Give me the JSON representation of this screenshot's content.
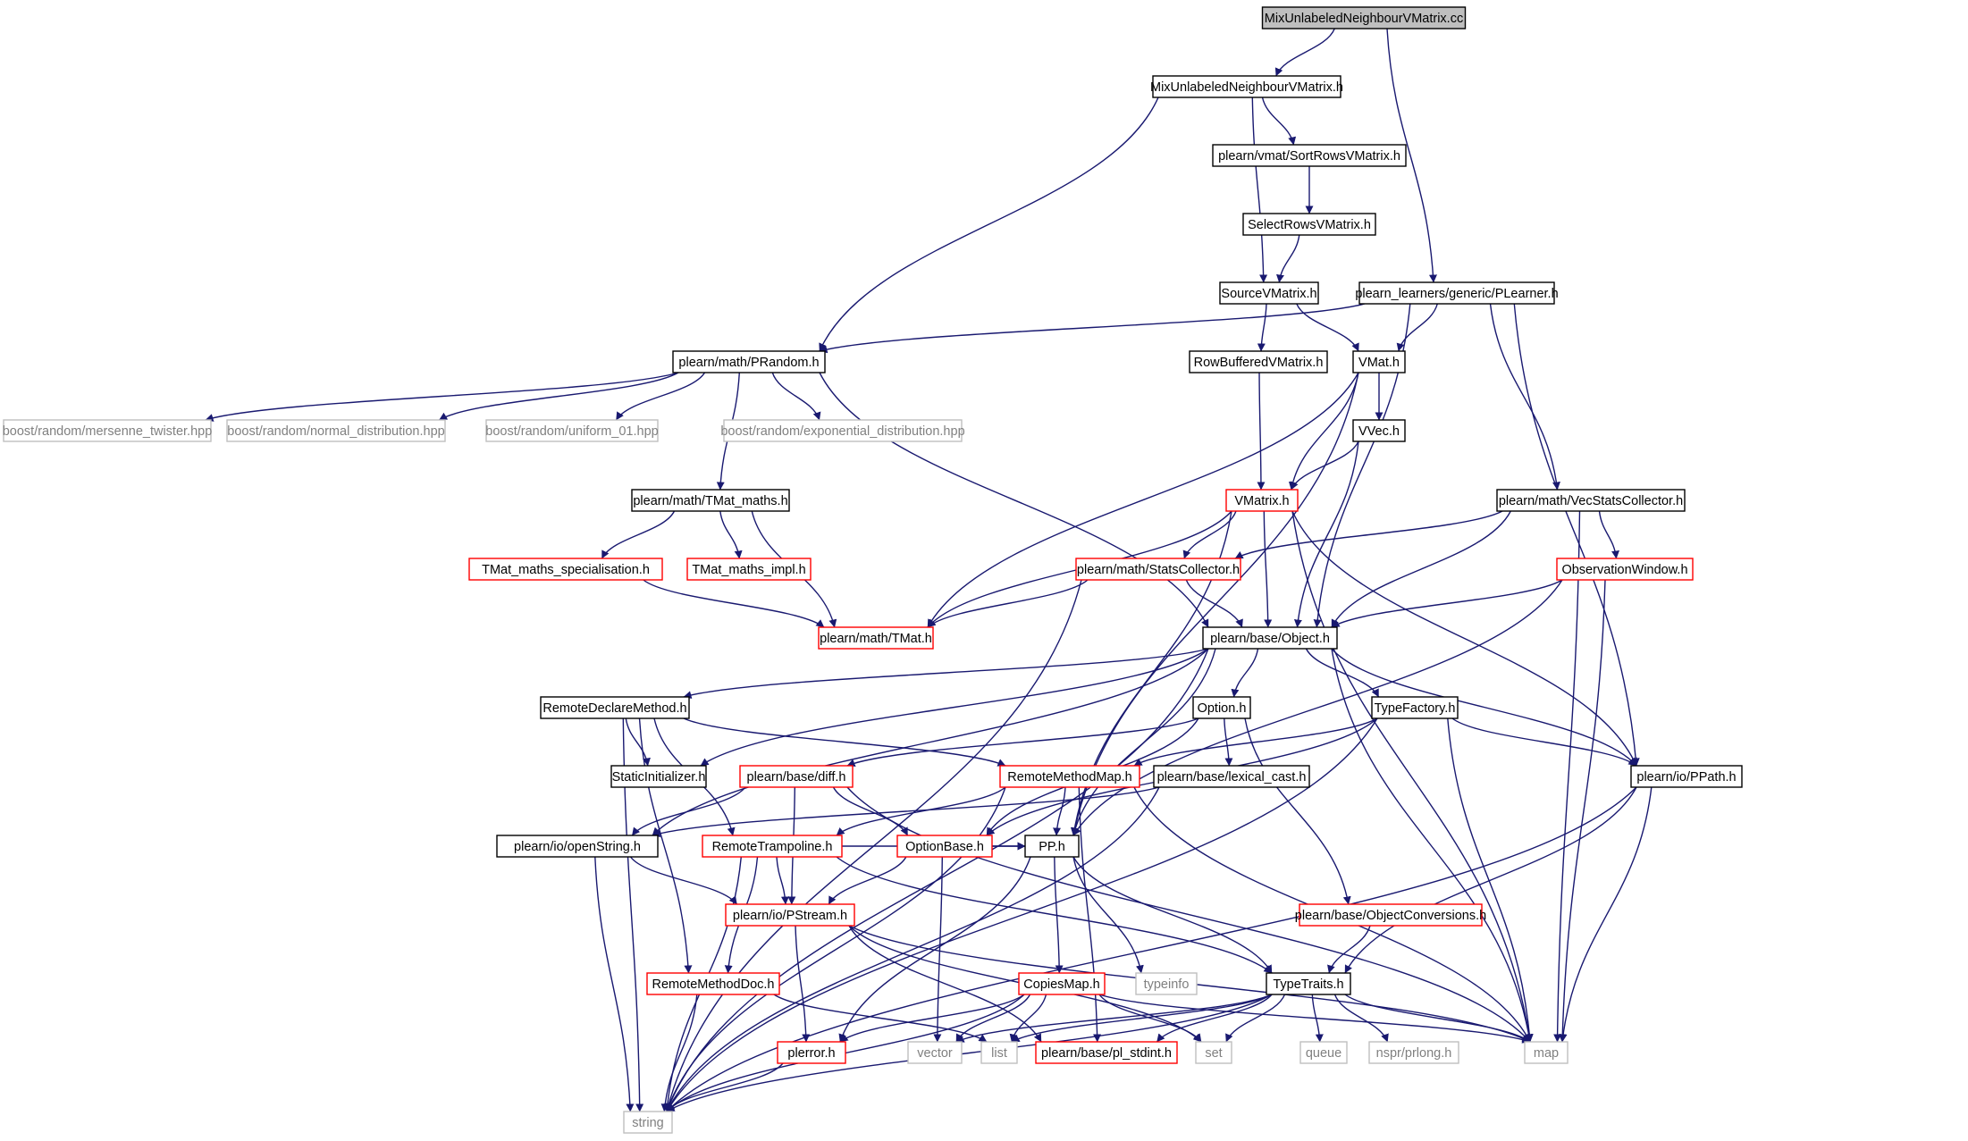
{
  "colors": {
    "edge": "#191970",
    "default_border": "#000000",
    "truncated_border": "#ff0000",
    "system_border": "#bfbfbf",
    "root_fill": "#bfbfbf",
    "node_fill": "#ffffff",
    "text": "#000000",
    "system_text": "#808080"
  },
  "nodes": [
    {
      "id": "root",
      "label": "MixUnlabeledNeighbourVMatrix.cc",
      "kind": "root"
    },
    {
      "id": "muh",
      "label": "MixUnlabeledNeighbourVMatrix.h",
      "kind": "normal"
    },
    {
      "id": "sortrows",
      "label": "plearn/vmat/SortRowsVMatrix.h",
      "kind": "normal"
    },
    {
      "id": "selectrows",
      "label": "SelectRowsVMatrix.h",
      "kind": "normal"
    },
    {
      "id": "source",
      "label": "SourceVMatrix.h",
      "kind": "normal"
    },
    {
      "id": "plearner",
      "label": "plearn_learners/generic/PLearner.h",
      "kind": "normal"
    },
    {
      "id": "prandom",
      "label": "plearn/math/PRandom.h",
      "kind": "normal"
    },
    {
      "id": "rowbuf",
      "label": "RowBufferedVMatrix.h",
      "kind": "normal"
    },
    {
      "id": "vmat",
      "label": "VMat.h",
      "kind": "normal"
    },
    {
      "id": "mersenne",
      "label": "boost/random/mersenne_twister.hpp",
      "kind": "system"
    },
    {
      "id": "normal",
      "label": "boost/random/normal_distribution.hpp",
      "kind": "system"
    },
    {
      "id": "uniform",
      "label": "boost/random/uniform_01.hpp",
      "kind": "system"
    },
    {
      "id": "expo",
      "label": "boost/random/exponential_distribution.hpp",
      "kind": "system"
    },
    {
      "id": "vvec",
      "label": "VVec.h",
      "kind": "normal"
    },
    {
      "id": "tmatmaths",
      "label": "plearn/math/TMat_maths.h",
      "kind": "normal"
    },
    {
      "id": "vmatrix",
      "label": "VMatrix.h",
      "kind": "truncated"
    },
    {
      "id": "vecstats",
      "label": "plearn/math/VecStatsCollector.h",
      "kind": "normal"
    },
    {
      "id": "tmspec",
      "label": "TMat_maths_specialisation.h",
      "kind": "truncated"
    },
    {
      "id": "tmimpl",
      "label": "TMat_maths_impl.h",
      "kind": "truncated"
    },
    {
      "id": "statscol",
      "label": "plearn/math/StatsCollector.h",
      "kind": "truncated"
    },
    {
      "id": "obswin",
      "label": "ObservationWindow.h",
      "kind": "truncated"
    },
    {
      "id": "tmat",
      "label": "plearn/math/TMat.h",
      "kind": "truncated"
    },
    {
      "id": "object",
      "label": "plearn/base/Object.h",
      "kind": "normal"
    },
    {
      "id": "remotedecl",
      "label": "RemoteDeclareMethod.h",
      "kind": "normal"
    },
    {
      "id": "option",
      "label": "Option.h",
      "kind": "normal"
    },
    {
      "id": "typefactory",
      "label": "TypeFactory.h",
      "kind": "normal"
    },
    {
      "id": "staticinit",
      "label": "StaticInitializer.h",
      "kind": "normal"
    },
    {
      "id": "diff",
      "label": "plearn/base/diff.h",
      "kind": "truncated"
    },
    {
      "id": "remotemap",
      "label": "RemoteMethodMap.h",
      "kind": "truncated"
    },
    {
      "id": "lexcast",
      "label": "plearn/base/lexical_cast.h",
      "kind": "normal"
    },
    {
      "id": "ppath",
      "label": "plearn/io/PPath.h",
      "kind": "normal"
    },
    {
      "id": "openstring",
      "label": "plearn/io/openString.h",
      "kind": "normal"
    },
    {
      "id": "remotetramp",
      "label": "RemoteTrampoline.h",
      "kind": "truncated"
    },
    {
      "id": "optionbase",
      "label": "OptionBase.h",
      "kind": "truncated"
    },
    {
      "id": "pp",
      "label": "PP.h",
      "kind": "normal"
    },
    {
      "id": "objconv",
      "label": "plearn/base/ObjectConversions.h",
      "kind": "truncated"
    },
    {
      "id": "pstream",
      "label": "plearn/io/PStream.h",
      "kind": "truncated"
    },
    {
      "id": "typeinfo",
      "label": "typeinfo",
      "kind": "system"
    },
    {
      "id": "remotedoc",
      "label": "RemoteMethodDoc.h",
      "kind": "truncated"
    },
    {
      "id": "copiesmap",
      "label": "CopiesMap.h",
      "kind": "truncated"
    },
    {
      "id": "typetraits",
      "label": "TypeTraits.h",
      "kind": "normal"
    },
    {
      "id": "plerror",
      "label": "plerror.h",
      "kind": "truncated"
    },
    {
      "id": "vector",
      "label": "vector",
      "kind": "system"
    },
    {
      "id": "list",
      "label": "list",
      "kind": "system"
    },
    {
      "id": "stdint",
      "label": "plearn/base/pl_stdint.h",
      "kind": "truncated"
    },
    {
      "id": "set",
      "label": "set",
      "kind": "system"
    },
    {
      "id": "queue",
      "label": "queue",
      "kind": "system"
    },
    {
      "id": "prlong",
      "label": "nspr/prlong.h",
      "kind": "system"
    },
    {
      "id": "map",
      "label": "map",
      "kind": "system"
    },
    {
      "id": "string",
      "label": "string",
      "kind": "system"
    }
  ],
  "edges": [
    [
      "root",
      "muh"
    ],
    [
      "root",
      "plearner"
    ],
    [
      "muh",
      "sortrows"
    ],
    [
      "muh",
      "source"
    ],
    [
      "muh",
      "prandom"
    ],
    [
      "sortrows",
      "selectrows"
    ],
    [
      "selectrows",
      "source"
    ],
    [
      "source",
      "rowbuf"
    ],
    [
      "source",
      "vmat"
    ],
    [
      "plearner",
      "prandom"
    ],
    [
      "plearner",
      "vmat"
    ],
    [
      "plearner",
      "object"
    ],
    [
      "plearner",
      "vecstats"
    ],
    [
      "plearner",
      "ppath"
    ],
    [
      "prandom",
      "mersenne"
    ],
    [
      "prandom",
      "normal"
    ],
    [
      "prandom",
      "uniform"
    ],
    [
      "prandom",
      "expo"
    ],
    [
      "prandom",
      "tmatmaths"
    ],
    [
      "prandom",
      "object"
    ],
    [
      "rowbuf",
      "vmatrix"
    ],
    [
      "vmat",
      "vvec"
    ],
    [
      "vmat",
      "vmatrix"
    ],
    [
      "vmat",
      "tmat"
    ],
    [
      "vmat",
      "pp"
    ],
    [
      "vvec",
      "vmatrix"
    ],
    [
      "vvec",
      "object"
    ],
    [
      "tmatmaths",
      "tmspec"
    ],
    [
      "tmatmaths",
      "tmimpl"
    ],
    [
      "tmatmaths",
      "tmat"
    ],
    [
      "tmspec",
      "tmat"
    ],
    [
      "vmatrix",
      "tmat"
    ],
    [
      "vmatrix",
      "statscol"
    ],
    [
      "vmatrix",
      "object"
    ],
    [
      "vmatrix",
      "pp"
    ],
    [
      "vmatrix",
      "ppath"
    ],
    [
      "vmatrix",
      "map"
    ],
    [
      "vecstats",
      "statscol"
    ],
    [
      "vecstats",
      "obswin"
    ],
    [
      "vecstats",
      "object"
    ],
    [
      "vecstats",
      "map"
    ],
    [
      "statscol",
      "tmat"
    ],
    [
      "statscol",
      "object"
    ],
    [
      "statscol",
      "string"
    ],
    [
      "obswin",
      "object"
    ],
    [
      "obswin",
      "pp"
    ],
    [
      "obswin",
      "map"
    ],
    [
      "object",
      "remotedecl"
    ],
    [
      "object",
      "option"
    ],
    [
      "object",
      "typefactory"
    ],
    [
      "object",
      "staticinit"
    ],
    [
      "object",
      "openstring"
    ],
    [
      "object",
      "pp"
    ],
    [
      "object",
      "ppath"
    ],
    [
      "object",
      "map"
    ],
    [
      "object",
      "string"
    ],
    [
      "remotedecl",
      "staticinit"
    ],
    [
      "remotedecl",
      "remotemap"
    ],
    [
      "remotedecl",
      "remotetramp"
    ],
    [
      "remotedecl",
      "remotedoc"
    ],
    [
      "remotedecl",
      "string"
    ],
    [
      "option",
      "diff"
    ],
    [
      "option",
      "optionbase"
    ],
    [
      "option",
      "lexcast"
    ],
    [
      "option",
      "objconv"
    ],
    [
      "typefactory",
      "remotemap"
    ],
    [
      "typefactory",
      "optionbase"
    ],
    [
      "typefactory",
      "ppath"
    ],
    [
      "typefactory",
      "map"
    ],
    [
      "typefactory",
      "string"
    ],
    [
      "diff",
      "openstring"
    ],
    [
      "diff",
      "optionbase"
    ],
    [
      "diff",
      "pstream"
    ],
    [
      "diff",
      "map"
    ],
    [
      "remotemap",
      "remotetramp"
    ],
    [
      "remotemap",
      "pp"
    ],
    [
      "remotemap",
      "stdint"
    ],
    [
      "remotemap",
      "map"
    ],
    [
      "remotemap",
      "string"
    ],
    [
      "lexcast",
      "openstring"
    ],
    [
      "lexcast",
      "string"
    ],
    [
      "ppath",
      "typetraits"
    ],
    [
      "ppath",
      "map"
    ],
    [
      "ppath",
      "string"
    ],
    [
      "openstring",
      "pstream"
    ],
    [
      "openstring",
      "string"
    ],
    [
      "remotetramp",
      "pstream"
    ],
    [
      "remotetramp",
      "pp"
    ],
    [
      "remotetramp",
      "typetraits"
    ],
    [
      "remotetramp",
      "remotedoc"
    ],
    [
      "remotetramp",
      "string"
    ],
    [
      "optionbase",
      "pstream"
    ],
    [
      "optionbase",
      "pp"
    ],
    [
      "optionbase",
      "vector"
    ],
    [
      "pp",
      "copiesmap"
    ],
    [
      "pp",
      "typeinfo"
    ],
    [
      "pp",
      "typetraits"
    ],
    [
      "pp",
      "plerror"
    ],
    [
      "objconv",
      "typetraits"
    ],
    [
      "pstream",
      "plerror"
    ],
    [
      "pstream",
      "stdint"
    ],
    [
      "pstream",
      "set"
    ],
    [
      "pstream",
      "map"
    ],
    [
      "remotedoc",
      "list"
    ],
    [
      "remotedoc",
      "string"
    ],
    [
      "copiesmap",
      "plerror"
    ],
    [
      "copiesmap",
      "vector"
    ],
    [
      "copiesmap",
      "list"
    ],
    [
      "copiesmap",
      "set"
    ],
    [
      "copiesmap",
      "map"
    ],
    [
      "copiesmap",
      "string"
    ],
    [
      "typetraits",
      "vector"
    ],
    [
      "typetraits",
      "list"
    ],
    [
      "typetraits",
      "stdint"
    ],
    [
      "typetraits",
      "set"
    ],
    [
      "typetraits",
      "queue"
    ],
    [
      "typetraits",
      "prlong"
    ],
    [
      "typetraits",
      "map"
    ],
    [
      "typetraits",
      "string"
    ],
    [
      "plerror",
      "string"
    ]
  ]
}
